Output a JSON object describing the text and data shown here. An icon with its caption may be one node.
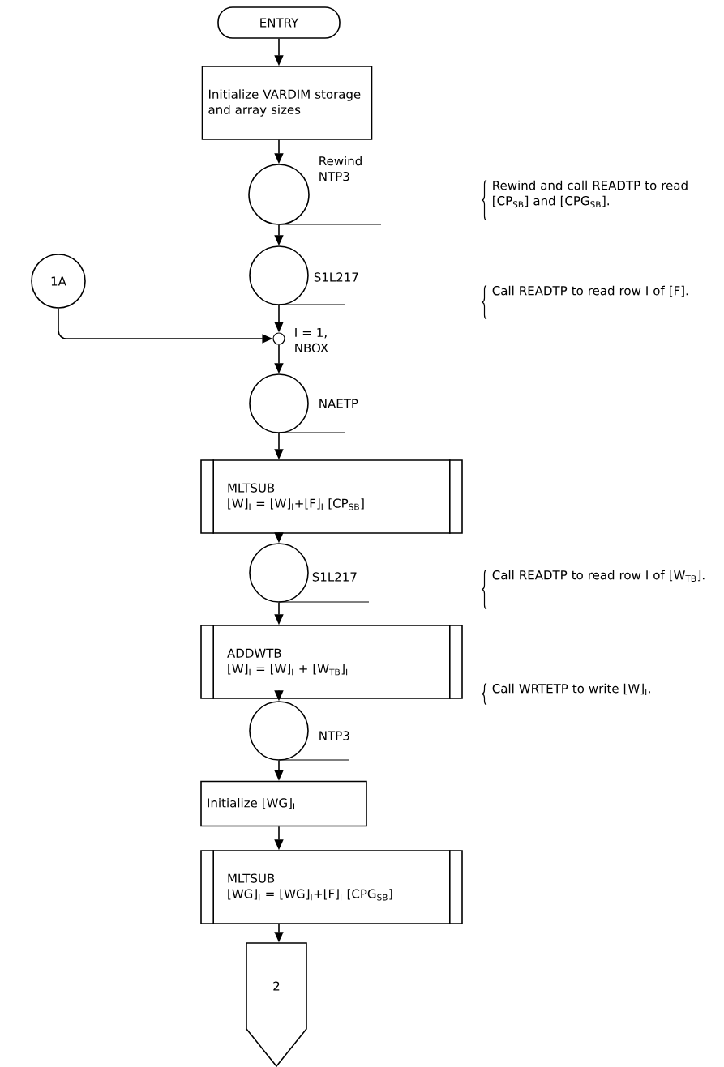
{
  "diagram": {
    "nodes": [
      {
        "text": [
          "ENTRY"
        ]
      },
      {
        "text": [
          "Initialize VARDIM storage and array sizes"
        ]
      },
      {
        "text": [],
        "shape": "circle",
        "beside": [
          "Rewind NTP3"
        ]
      },
      {
        "text": [],
        "shape": "circle",
        "beside": [
          "S1L217"
        ]
      },
      {
        "text": [
          "1A"
        ]
      },
      {
        "text": [],
        "shape": "circle",
        "beside": [
          "I = 1, NBOX"
        ]
      },
      {
        "text": [],
        "shape": "circle",
        "beside": [
          "NAETP"
        ]
      },
      {
        "text": [
          "MLTSUB",
          "⌊W⌋$_{I}$ = ⌊W⌋$_{I}$+⌊F⌋$_{I}$ [CP$_{SB}$]"
        ]
      },
      {
        "text": [],
        "shape": "circle",
        "beside": [
          "S1L217"
        ]
      },
      {
        "text": [
          "ADDWTB",
          "⌊W⌋$_{I}$ = ⌊W⌋$_{I}$ + ⌊W$_{TB}$⌋$_{I}$"
        ]
      },
      {
        "text": [],
        "shape": "circle",
        "beside": [
          "NTP3"
        ]
      },
      {
        "text": [
          "Initialize ⌊WG⌋$_{I}$"
        ]
      },
      {
        "text": [
          "MLTSUB",
          "⌊WG⌋$_{I}$ = ⌊WG⌋$_{I}$+⌊F⌋$_{I}$ [CPG$_{SB}$]"
        ]
      },
      {
        "text": [
          "2"
        ]
      }
    ],
    "edges": [
      {
        "from": 0,
        "to": 1,
        "arrow": "to"
      },
      {
        "from": 1,
        "to": 2,
        "arrow": "to"
      },
      {
        "from": 2,
        "to": 3,
        "arrow": "to"
      },
      {
        "from": 3,
        "to": 5,
        "arrow": "to"
      },
      {
        "from": 4,
        "to": 5,
        "arrow": "to"
      },
      {
        "from": 5,
        "to": 6,
        "arrow": "to"
      },
      {
        "from": 6,
        "to": 7,
        "arrow": "to"
      },
      {
        "from": 7,
        "to": 8,
        "arrow": "to"
      },
      {
        "from": 8,
        "to": 9,
        "arrow": "to"
      },
      {
        "from": 9,
        "to": 10,
        "arrow": "to"
      },
      {
        "from": 10,
        "to": 11,
        "arrow": "to"
      },
      {
        "from": 11,
        "to": 12,
        "arrow": "to"
      },
      {
        "from": 12,
        "to": 13,
        "arrow": "to"
      }
    ],
    "labels": [
      "Rewind and call READTP to read [CP$_{SB}$] and [CPG$_{SB}$].",
      "Call READTP to read row I of [F].",
      "Call READTP to read row I of ⌊W$_{TB}$⌋.",
      "Call WRTETP to write ⌊W⌋$_{I}$."
    ]
  }
}
